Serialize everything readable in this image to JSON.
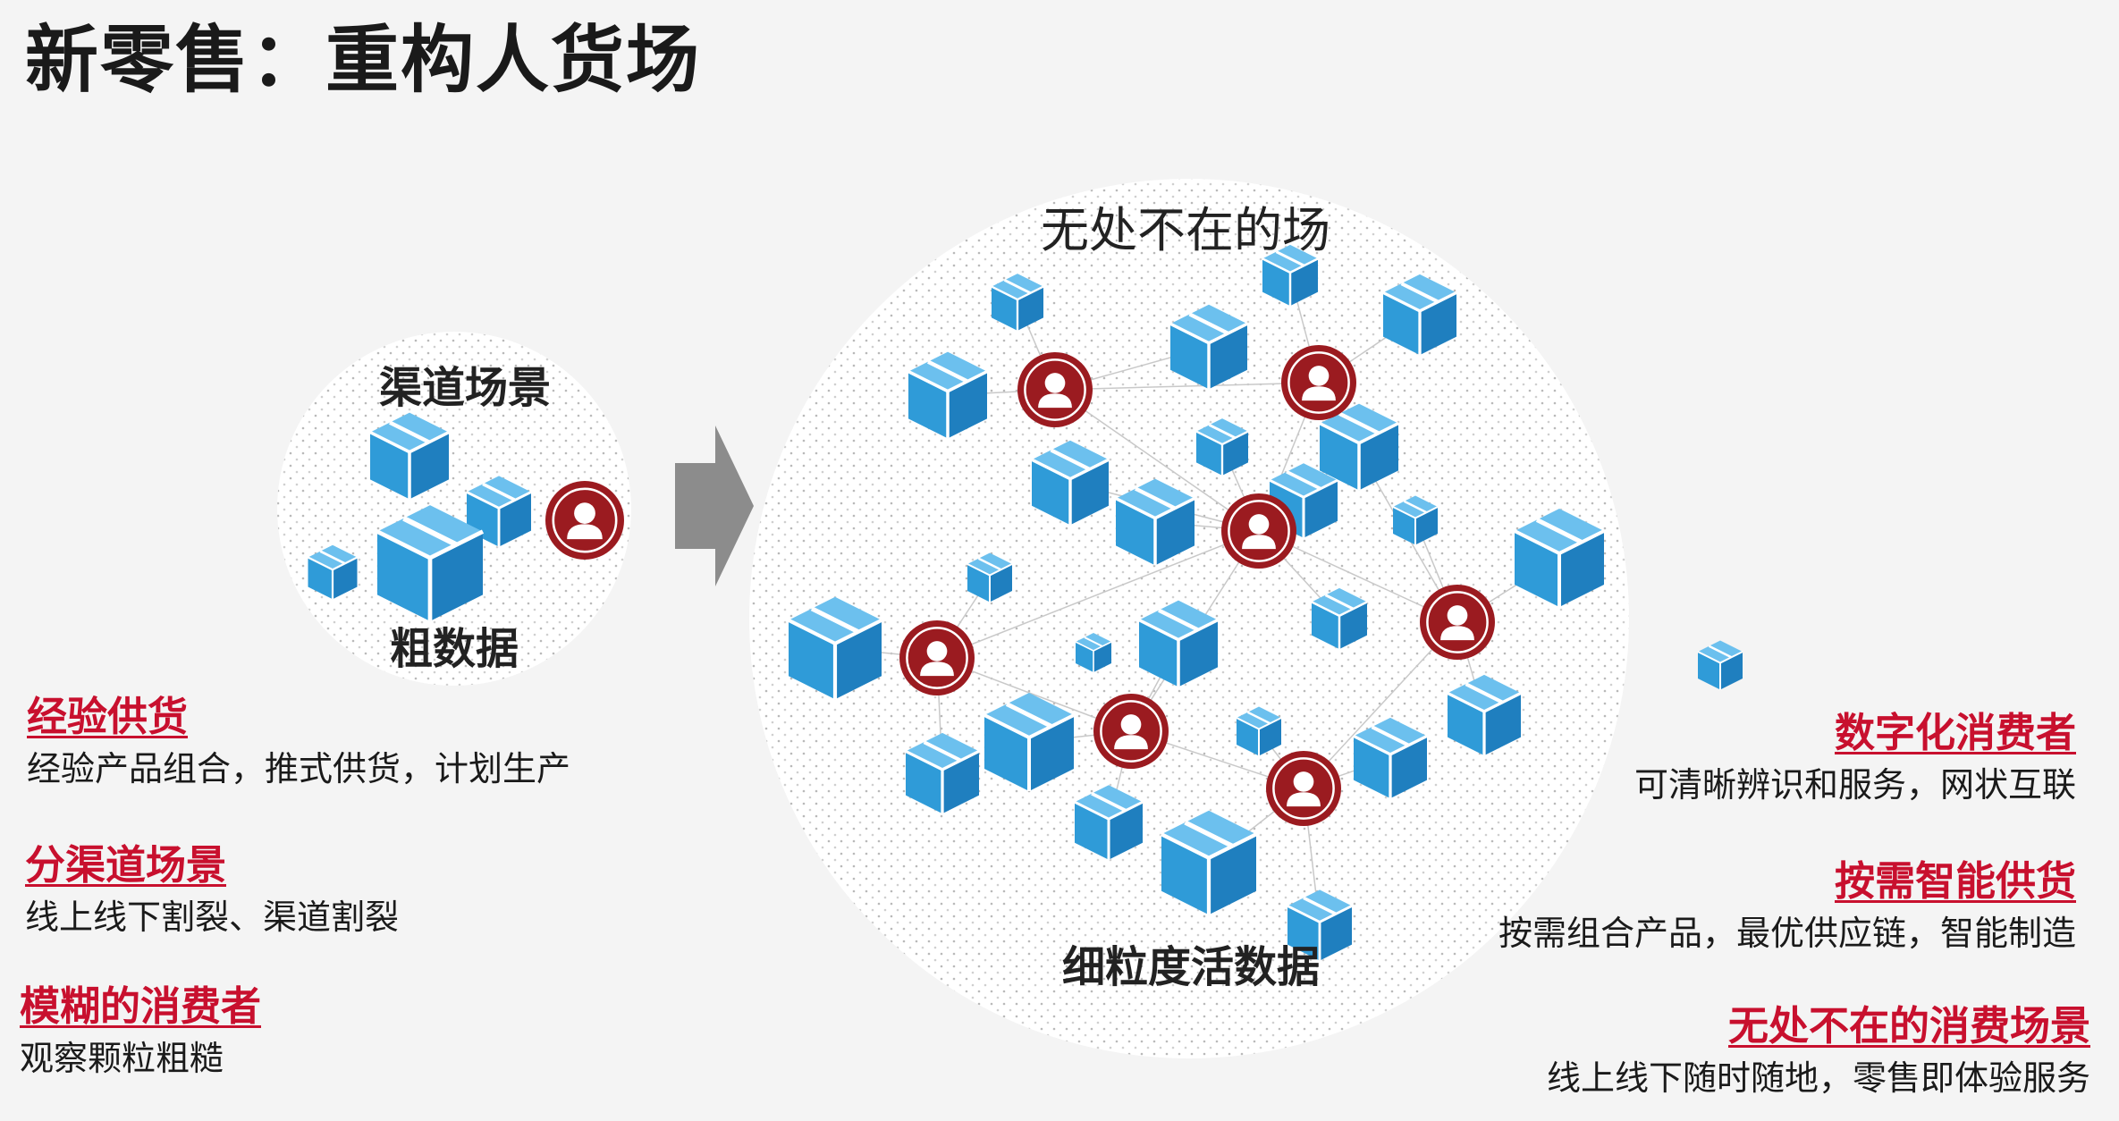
{
  "title": "新零售：重构人货场",
  "left_circle": {
    "top_label": "渠道场景",
    "bottom_label": "粗数据"
  },
  "right_circle": {
    "top_label": "无处不在的场",
    "bottom_label": "细粒度活数据"
  },
  "left_blocks": [
    {
      "head": "经验供货",
      "desc": "经验产品组合，推式供货，计划生产"
    },
    {
      "head": "分渠道场景",
      "desc": "线上线下割裂、渠道割裂"
    },
    {
      "head": "模糊的消费者",
      "desc": "观察颗粒粗糙"
    }
  ],
  "right_blocks": [
    {
      "head": "数字化消费者",
      "desc": "可清晰辨识和服务，网状互联"
    },
    {
      "head": "按需智能供货",
      "desc": "按需组合产品，最优供应链，智能制造"
    },
    {
      "head": "无处不在的消费场景",
      "desc": "线上线下随时随地，零售即体验服务"
    }
  ],
  "colors": {
    "accent_red": "#c8102e",
    "box_blue": "#2f9bd8",
    "person_red": "#9b1b20",
    "arrow_gray": "#8c8c8c"
  },
  "icons": [
    "package-box-icon",
    "person-icon",
    "right-arrow-icon"
  ]
}
